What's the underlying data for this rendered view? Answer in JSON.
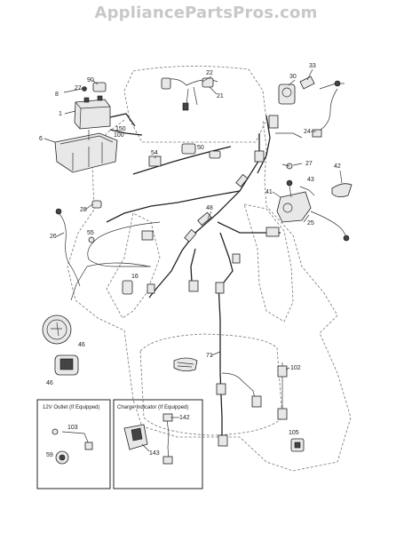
{
  "watermark": "AppliancePartsPros.com",
  "callouts": {
    "p90": "90",
    "p27a": "27",
    "p8": "8",
    "p1": "1",
    "p6": "6",
    "p150": "150",
    "p100": "100",
    "p22": "22",
    "p21": "21",
    "p30": "30",
    "p33": "33",
    "p24": "24",
    "p54": "54",
    "p50": "50",
    "p27b": "27",
    "p42": "42",
    "p41": "41",
    "p43": "43",
    "p28": "28",
    "p48": "48",
    "p26": "26",
    "p55": "55",
    "p25": "25",
    "p16": "16",
    "p46a": "46",
    "p46b": "46",
    "p71": "71",
    "p102": "102",
    "p103": "103",
    "p105": "105",
    "p59": "59",
    "p142": "142",
    "p143": "143"
  },
  "inset_outlet": {
    "title": "12V Outlet (If Equipped)"
  },
  "inset_charge": {
    "title": "Charge Indicator (If Equipped)"
  },
  "colors": {
    "line": "#222222",
    "outline": "#777777",
    "watermark": "#c8c8c8"
  }
}
